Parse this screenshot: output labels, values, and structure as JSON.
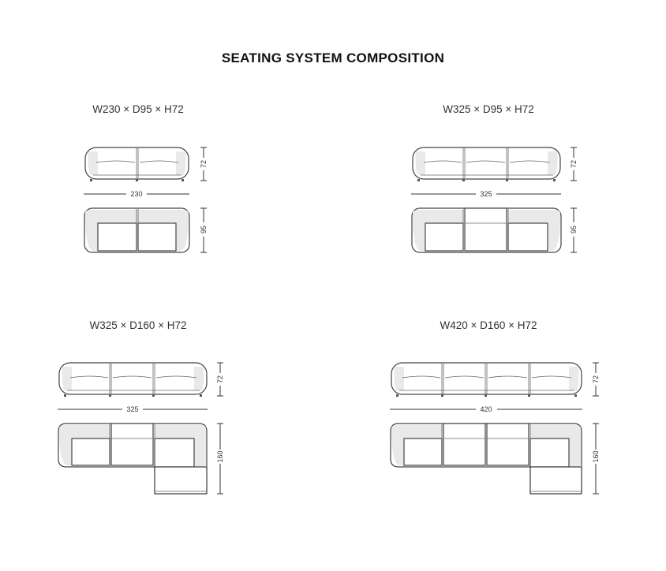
{
  "title": "SEATING SYSTEM COMPOSITION",
  "configurations": [
    {
      "label": "W230 × D95 × H72",
      "width_dim": "230",
      "height_dim": "72",
      "depth_dim": "95"
    },
    {
      "label": "W325 × D95 × H72",
      "width_dim": "325",
      "height_dim": "72",
      "depth_dim": "95"
    },
    {
      "label": "W325 × D160 × H72",
      "width_dim": "325",
      "height_dim": "72",
      "depth_dim": "160"
    },
    {
      "label": "W420 × D160 × H72",
      "width_dim": "420",
      "height_dim": "72",
      "depth_dim": "160"
    }
  ]
}
